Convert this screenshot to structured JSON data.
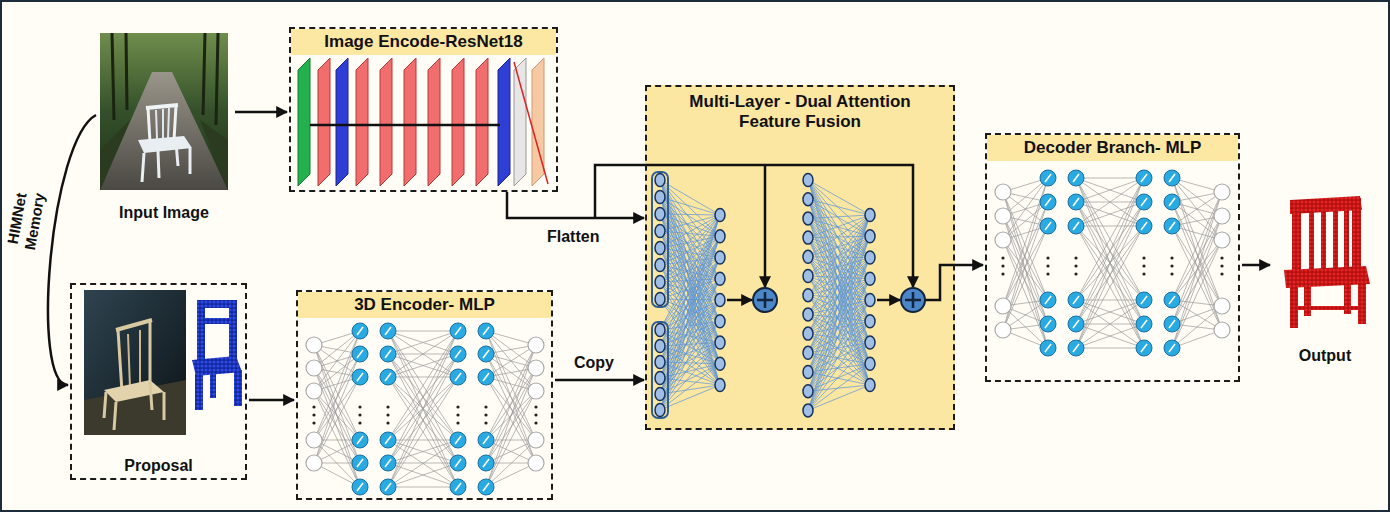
{
  "diagram": {
    "nodes": [
      {
        "text": [
          "Input Image"
        ]
      },
      {
        "text": [
          "Image Encode-ResNet18"
        ]
      },
      {
        "text": [
          "Multi-Layer - Dual Attention Feature Fusion"
        ]
      },
      {
        "text": [
          "Decoder Branch- MLP"
        ]
      },
      {
        "text": [
          "Output"
        ]
      },
      {
        "text": [
          "Proposal"
        ]
      },
      {
        "text": [
          "3D Encoder- MLP"
        ]
      }
    ],
    "edges": [
      {
        "from": 0,
        "to": 1,
        "arrow": "to"
      },
      {
        "from": 0,
        "to": 5,
        "label": "HIMNet Memory",
        "arrow": "to"
      },
      {
        "from": 5,
        "to": 6,
        "arrow": "to"
      },
      {
        "from": 1,
        "to": 2,
        "label": "Flatten",
        "arrow": "to"
      },
      {
        "from": 6,
        "to": 2,
        "label": "Copy",
        "arrow": "to"
      },
      {
        "from": 2,
        "to": 3,
        "arrow": "to"
      },
      {
        "from": 3,
        "to": 4,
        "arrow": "to"
      }
    ]
  }
}
